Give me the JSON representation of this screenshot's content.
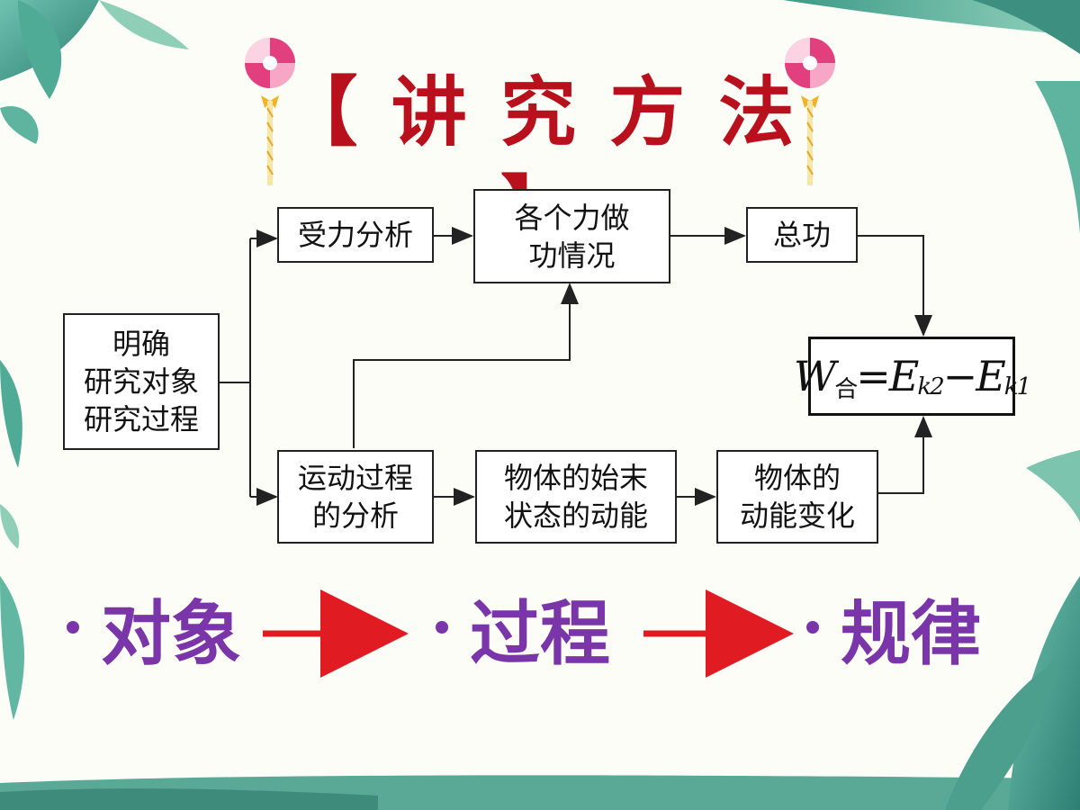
{
  "title": "【 讲 究 方 法 】",
  "diagram": {
    "start_box": "明确\n研究对象\n研究过程",
    "force_analysis": "受力分析",
    "work_of_forces": "各个力做\n功情况",
    "total_work": "总功",
    "motion_analysis": "运动过程\n的分析",
    "initial_final_ke": "物体的始末\n状态的动能",
    "ke_change": "物体的\n动能变化",
    "formula": {
      "w": "W",
      "w_sub": "合",
      "eq": "=",
      "e1": "E",
      "e1_sub": "k2",
      "minus": "−",
      "e2": "E",
      "e2_sub": "k1"
    }
  },
  "bottom": {
    "step1": "对象",
    "step2": "过程",
    "step3": "规律"
  },
  "colors": {
    "title": "#b8101c",
    "bottom_text": "#7a35a8",
    "arrow": "#e11b22",
    "leaf": "#2f9c8f"
  },
  "icons": [
    "lollipop-icon",
    "leaf-decoration",
    "arrow-right-icon"
  ]
}
